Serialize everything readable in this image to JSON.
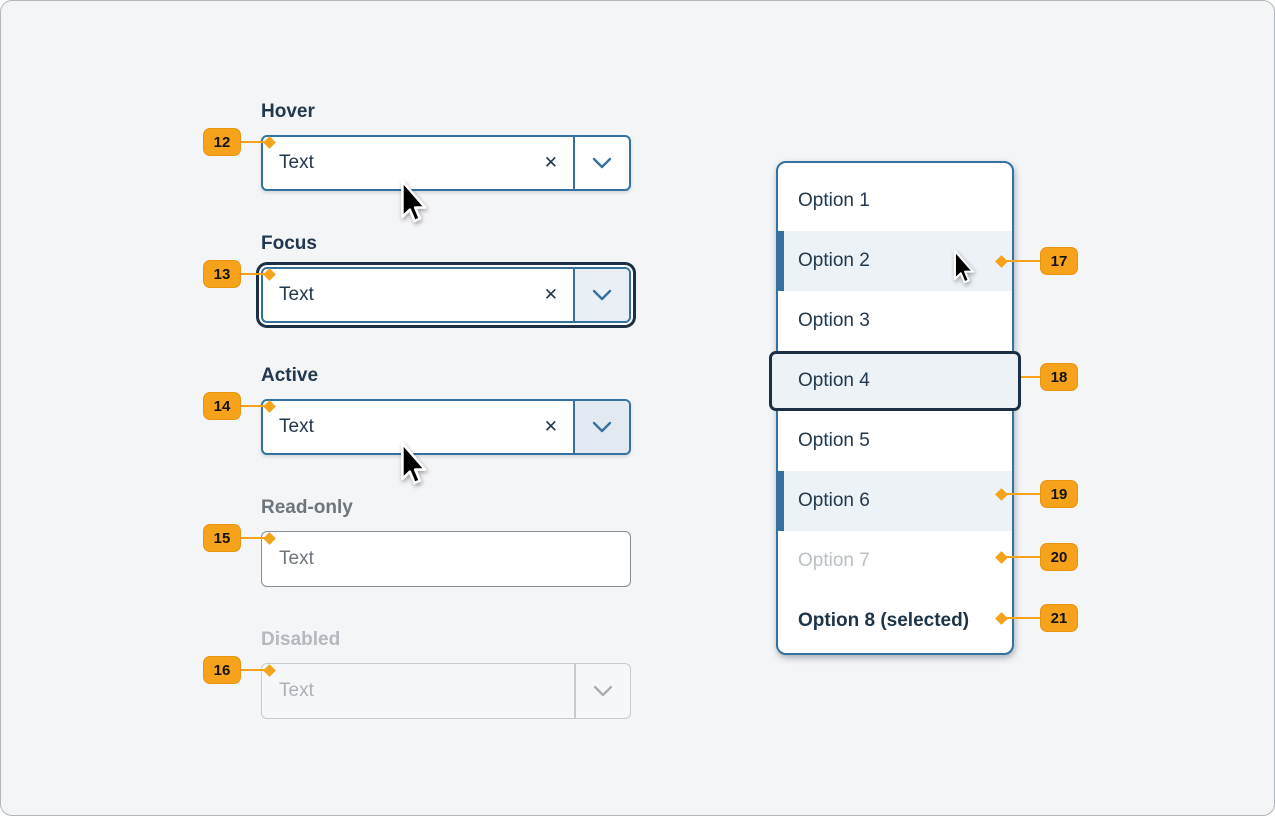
{
  "fields": [
    {
      "marker": "12",
      "label": "Hover",
      "value": "Text",
      "state": "hover"
    },
    {
      "marker": "13",
      "label": "Focus",
      "value": "Text",
      "state": "focus"
    },
    {
      "marker": "14",
      "label": "Active",
      "value": "Text",
      "state": "active"
    },
    {
      "marker": "15",
      "label": "Read-only",
      "value": "Text",
      "state": "read-only"
    },
    {
      "marker": "16",
      "label": "Disabled",
      "value": "Text",
      "state": "disabled"
    }
  ],
  "icons": {
    "clear": "✕",
    "chevron": "chevron-down",
    "marker_shape": "diamond",
    "cursor": "arrow-pointer"
  },
  "listbox": {
    "options": [
      {
        "label": "Option 1",
        "state": "default"
      },
      {
        "label": "Option 2",
        "state": "hover",
        "marker": "17"
      },
      {
        "label": "Option 3",
        "state": "default"
      },
      {
        "label": "Option 4",
        "state": "focus",
        "marker": "18"
      },
      {
        "label": "Option 5",
        "state": "default"
      },
      {
        "label": "Option 6",
        "state": "active",
        "marker": "19"
      },
      {
        "label": "Option 7",
        "state": "disabled",
        "marker": "20"
      },
      {
        "label": "Option 8 (selected)",
        "state": "selected",
        "marker": "21"
      }
    ]
  },
  "colors": {
    "annotation_orange": "#F7A21B",
    "primary_blue": "#35719F",
    "focus_navy": "#1B3044",
    "text_navy": "#22384D",
    "row_highlight": "#EDF2F7",
    "page_background": "#F4F5F7",
    "disabled_gray": "#ABB1B9",
    "readonly_gray": "#6D757D"
  }
}
